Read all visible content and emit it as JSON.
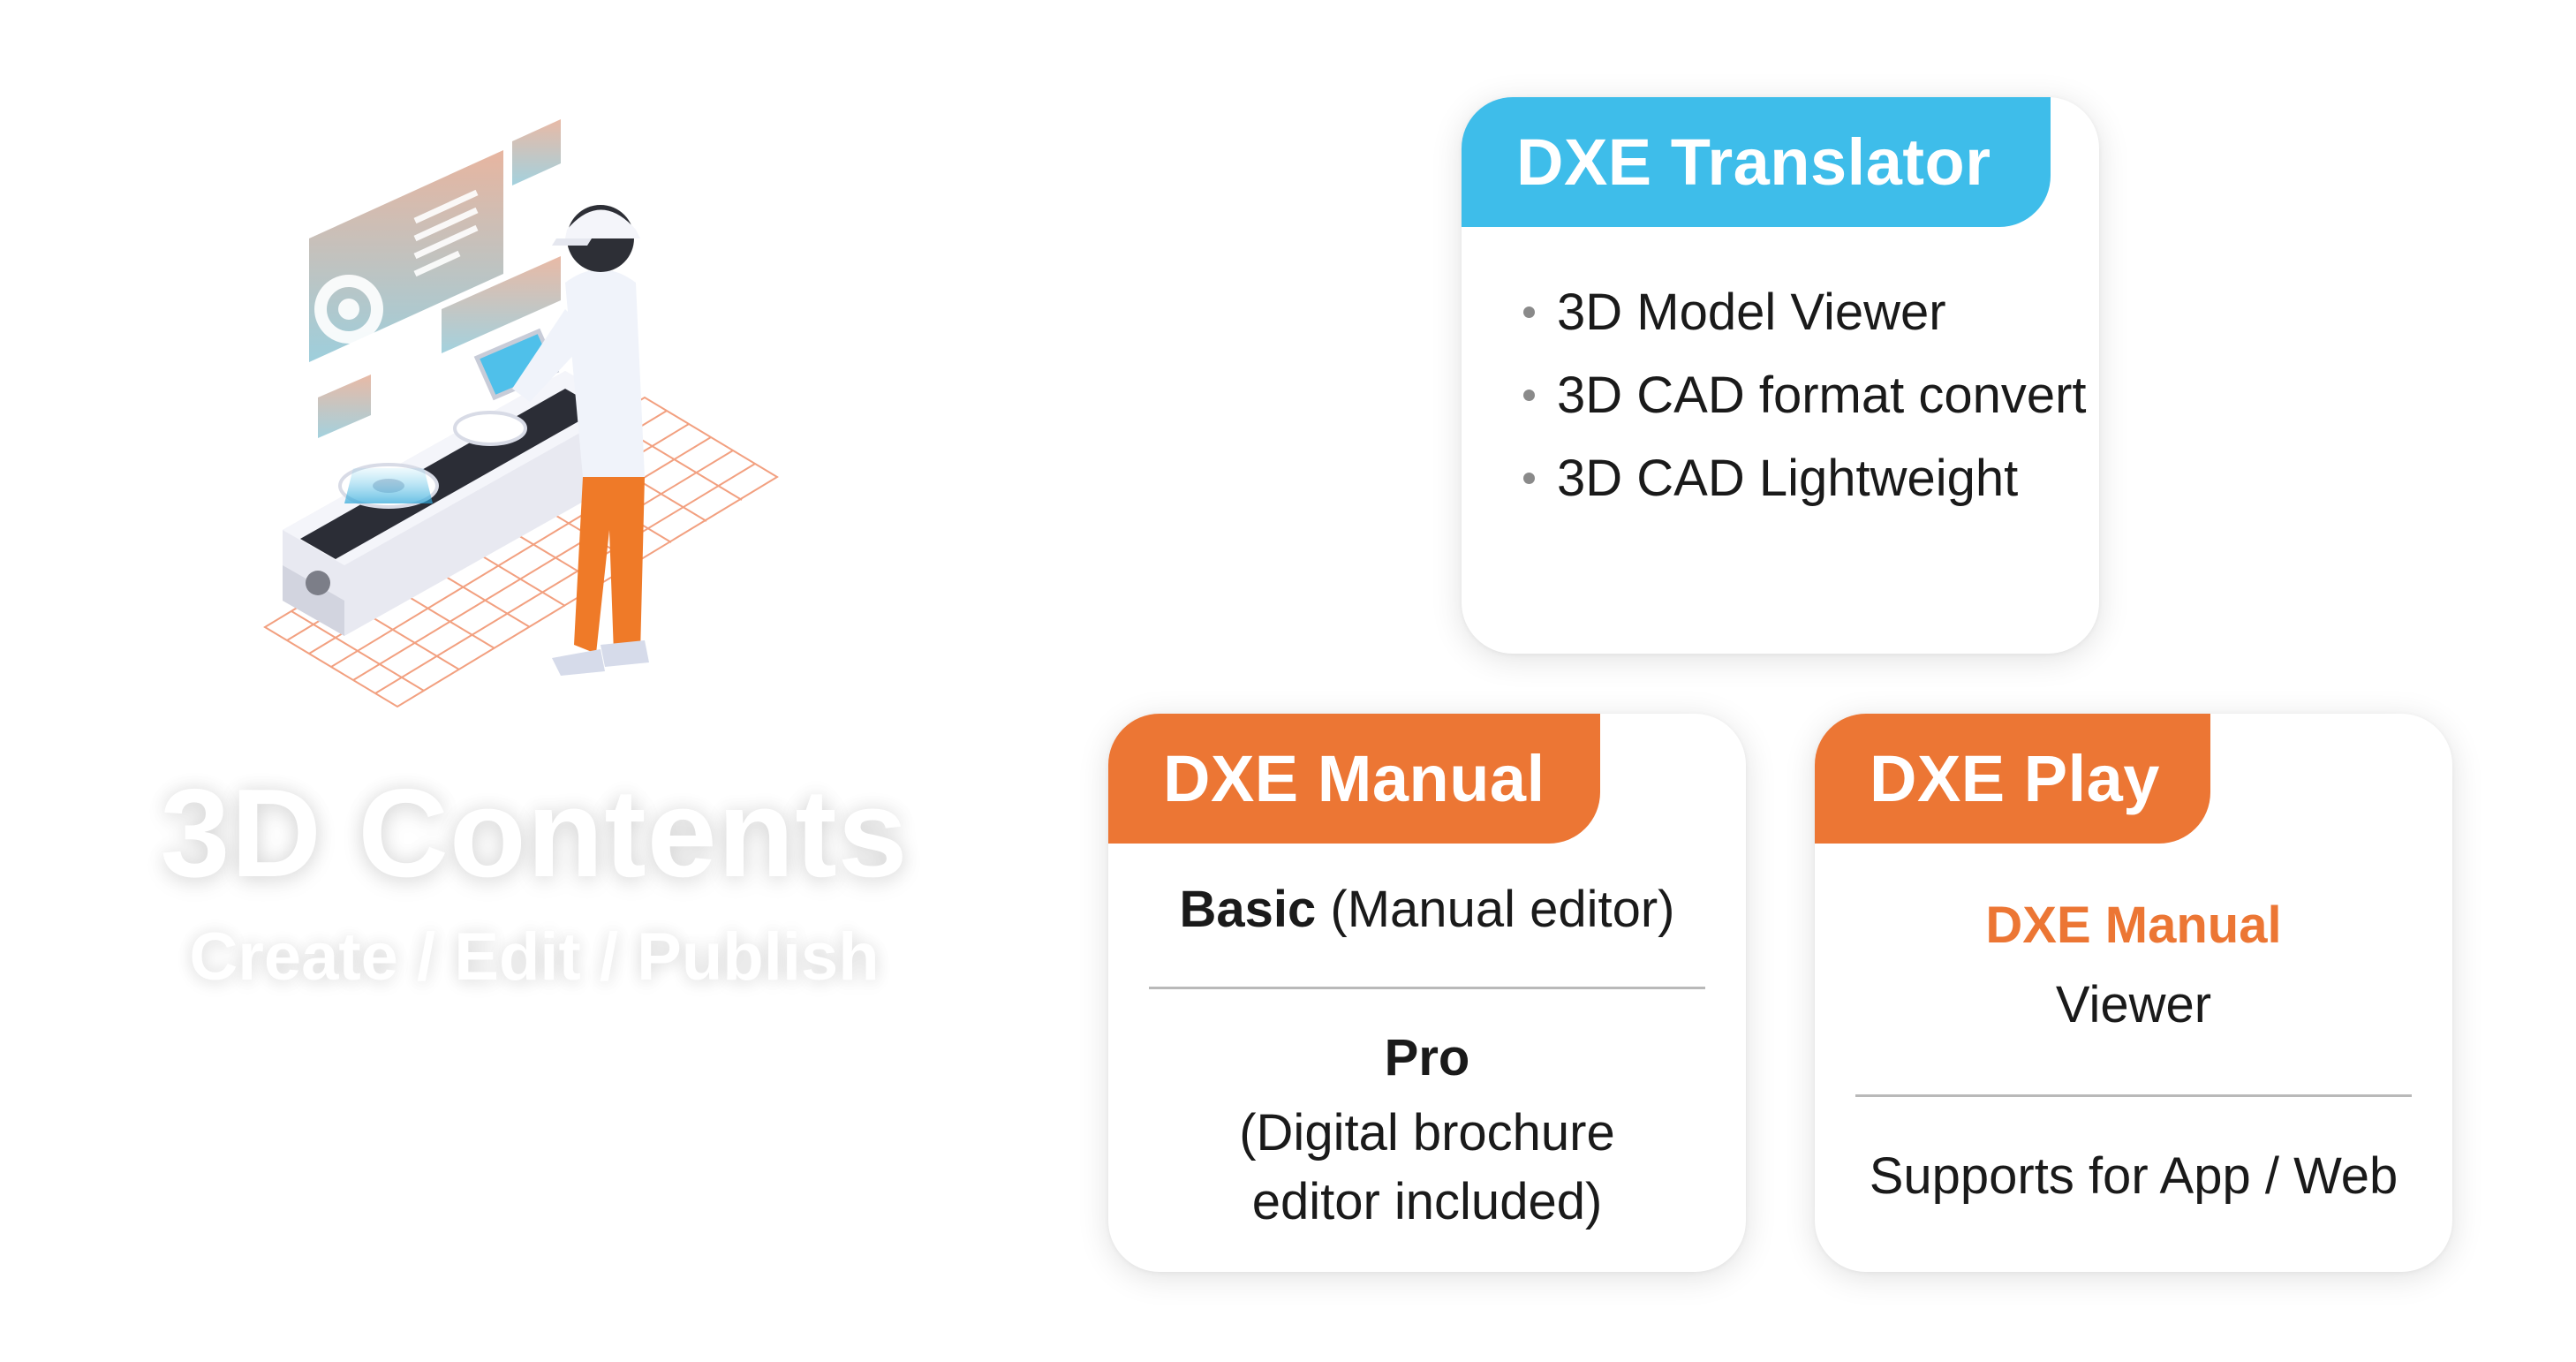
{
  "hero": {
    "title": "3D Contents",
    "subtitle": "Create / Edit / Publish",
    "illustration_icon": "factory-worker-conveyor-illustration"
  },
  "cards": {
    "translator": {
      "title": "DXE Translator",
      "features": [
        "3D Model Viewer",
        "3D CAD format convert",
        "3D CAD Lightweight"
      ]
    },
    "manual": {
      "title": "DXE Manual",
      "basic_label": "Basic",
      "basic_desc": "(Manual editor)",
      "pro_label": "Pro",
      "pro_desc_line1": "(Digital brochure",
      "pro_desc_line2": "editor included)"
    },
    "play": {
      "title": "DXE Play",
      "product_name": "DXE Manual",
      "product_role": "Viewer",
      "support": "Supports for App / Web"
    }
  },
  "colors": {
    "blue_tab": "#3ebdea",
    "orange_tab": "#ec7634",
    "hero_text": "#ffffff"
  }
}
